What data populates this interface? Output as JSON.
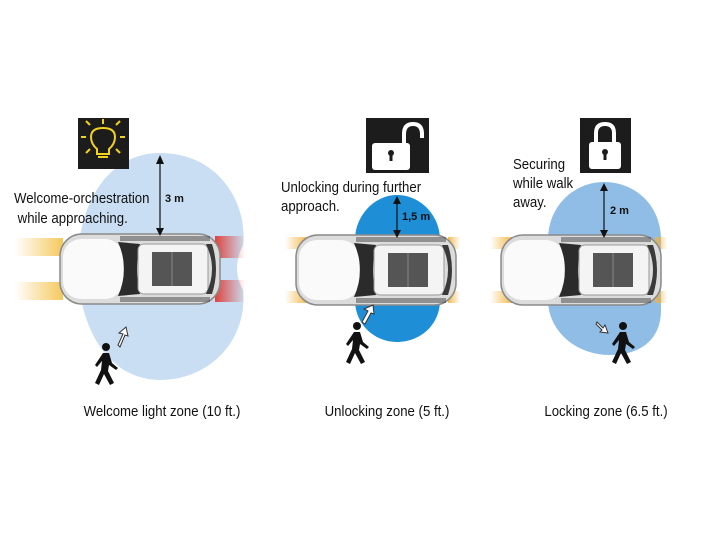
{
  "panels": [
    {
      "icon": "light-bulb-icon",
      "description": [
        "Welcome-orchestration",
        " while approaching."
      ],
      "distance": "3 m",
      "caption": "Welcome light zone (10 ft.)",
      "zone_color": "#c9def2"
    },
    {
      "icon": "unlocked-padlock-icon",
      "description": [
        "Unlocking during further",
        "approach."
      ],
      "distance": "1,5 m",
      "caption": "Unlocking zone (5 ft.)",
      "zone_color": "#1e8fd6"
    },
    {
      "icon": "locked-padlock-icon",
      "description": [
        "Securing",
        "while walk",
        "away."
      ],
      "distance": "2 m",
      "caption": "Locking zone (6.5 ft.)",
      "zone_color": "#8fbde6"
    }
  ],
  "colors": {
    "icon_bg": "#1c1c1c",
    "bulb": "#f2d21a",
    "glow": "#f3c24a",
    "tail": "#e0322a"
  }
}
